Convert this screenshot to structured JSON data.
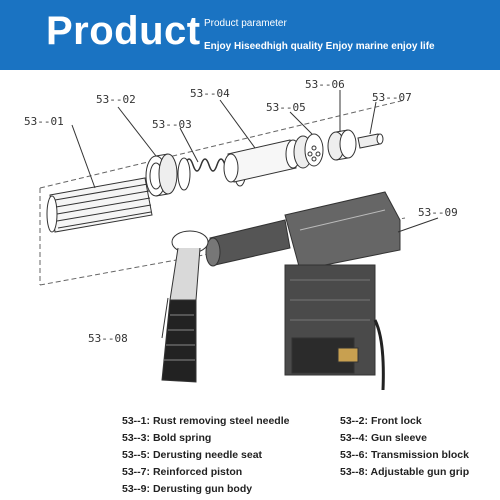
{
  "header": {
    "title": "Product",
    "parameter_label": "Product parameter",
    "tagline": "Enjoy Hiseedhigh quality Enjoy marine  enjoy life",
    "background_color": "#1a73c2"
  },
  "diagram": {
    "callouts": [
      "53--01",
      "53--02",
      "53--03",
      "53--04",
      "53--05",
      "53--06",
      "53--07",
      "53--08",
      "53--09"
    ]
  },
  "legend": [
    {
      "code": "53--1:",
      "name": "Rust removing steel needle"
    },
    {
      "code": "53--2:",
      "name": "Front lock"
    },
    {
      "code": "53--3:",
      "name": "Bold spring"
    },
    {
      "code": "53--4:",
      "name": "Gun sleeve"
    },
    {
      "code": "53--5:",
      "name": "Derusting needle seat"
    },
    {
      "code": "53--6:",
      "name": "Transmission block"
    },
    {
      "code": "53--7:",
      "name": "Reinforced piston"
    },
    {
      "code": "53--8:",
      "name": "Adjustable gun grip"
    },
    {
      "code": "53--9:",
      "name": "Derusting gun body"
    }
  ]
}
